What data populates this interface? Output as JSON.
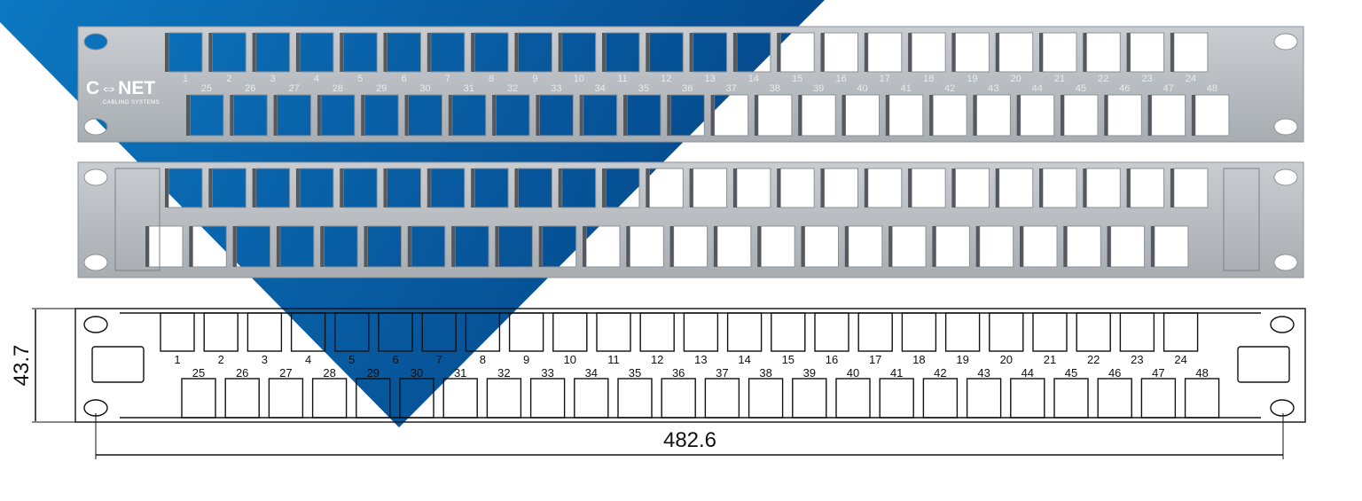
{
  "brand": {
    "logo_text": "C⇔NET",
    "logo_subtitle": "CABLING SYSTEMS"
  },
  "colors": {
    "accent_blue": "#0a6fb8",
    "accent_blue_dark": "#064b8c",
    "panel_gray": "#b9bdc1"
  },
  "ports": {
    "top_row": [
      "1",
      "2",
      "3",
      "4",
      "5",
      "6",
      "7",
      "8",
      "9",
      "10",
      "11",
      "12",
      "13",
      "14",
      "15",
      "16",
      "17",
      "18",
      "19",
      "20",
      "21",
      "22",
      "23",
      "24"
    ],
    "bottom_row": [
      "25",
      "26",
      "27",
      "28",
      "29",
      "30",
      "31",
      "32",
      "33",
      "34",
      "35",
      "36",
      "37",
      "38",
      "39",
      "40",
      "41",
      "42",
      "43",
      "44",
      "45",
      "46",
      "47",
      "48"
    ]
  },
  "dimensions": {
    "height": "43.7",
    "width": "482.6"
  }
}
